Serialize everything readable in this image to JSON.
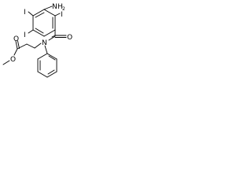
{
  "molecule": {
    "atoms": {
      "iodine_left_top": "I",
      "iodine_left_bottom": "I",
      "iodine_right": "I",
      "amine_N": "N",
      "amine_H": "H",
      "amine_sub": "2",
      "carbonyl_O": "O",
      "amide_N": "N",
      "ester_O_carbonyl": "O",
      "ester_O_methoxy": "O"
    }
  }
}
